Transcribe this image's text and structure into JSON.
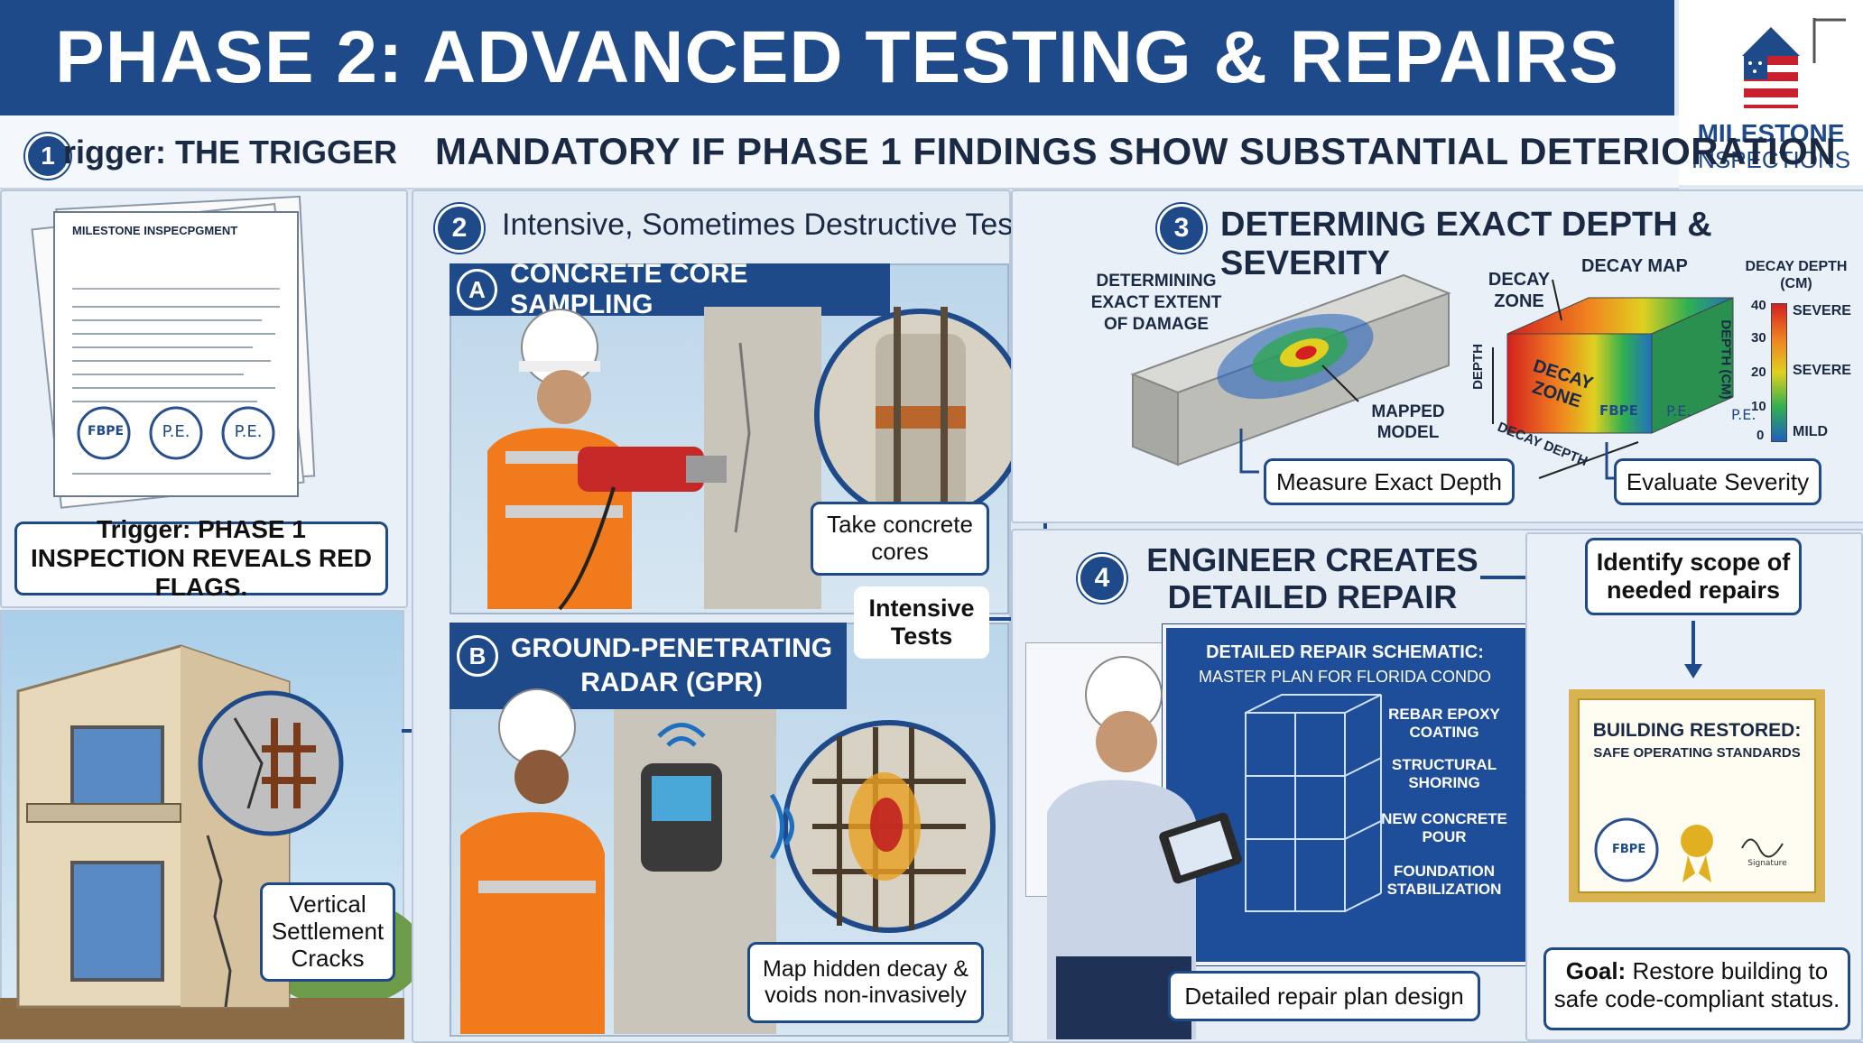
{
  "header": {
    "title": "PHASE 2: ADVANCED TESTING & REPAIRS",
    "logo_line1": "MILESTONE",
    "logo_line2": "INSPECTIONS"
  },
  "trigger": {
    "badge": "1",
    "label": "rigger: THE TRIGGER",
    "headline": "MANDATORY IF PHASE 1 FINDINGS SHOW SUBSTANTIAL DETERIORATION",
    "doc_title": "MILESTONE INSPECPGMENT",
    "doc_seals": [
      "FBPE",
      "P.E.",
      "P.E."
    ],
    "callout": "Trigger: PHASE 1 INSPECTION REVEALS RED FLAGS.",
    "crack_callout": "Vertical Settlement Cracks"
  },
  "section2": {
    "badge": "2",
    "title": "Intensive, Sometimes Destructive Testing",
    "a_badge": "A",
    "a_title": "CONCRETE CORE SAMPLING",
    "a_callout": "Take concrete cores",
    "b_badge": "B",
    "b_title_line1": "GROUND-PENETRATING",
    "b_title_line2": "RADAR (GPR)",
    "b_callout": "Map hidden decay & voids non-invasively",
    "intensive": "Intensive Tests"
  },
  "section3": {
    "badge": "3",
    "title": "DETERMING EXACT DEPTH & SEVERITY",
    "beam_label": "DETERMINING EXACT EXTENT OF DAMAGE",
    "mapped_model": "MAPPED MODEL",
    "measure_callout": "Measure Exact Depth",
    "decay_zone_label": "DECAY ZONE",
    "decay_map_label": "DECAY MAP",
    "decay_zone_inner": "DECAY ZONE",
    "depth_axis": "DEPTH",
    "decay_depth_axis": "DECAY DEPTH",
    "depth_cm_axis": "DEPTH (CM)",
    "legend_title": "DECAY DEPTH (CM)",
    "legend_ticks": [
      "40",
      "30",
      "20",
      "10",
      "0"
    ],
    "legend_labels": [
      "SEVERE",
      "SEVERE",
      "MILD"
    ],
    "block_seals": [
      "FBPE",
      "P.E.",
      "P.E."
    ],
    "severity_callout": "Evaluate Severity",
    "colors": {
      "severe": "#d42020",
      "mid": "#f0d020",
      "mild": "#1f5fc0"
    }
  },
  "section4": {
    "badge": "4",
    "title": "ENGINEER CREATES DETAILED REPAIR PLAN",
    "schematic_title": "DETAILED REPAIR SCHEMATIC:",
    "schematic_subtitle": "MASTER PLAN FOR FLORIDA CONDO",
    "schematic_items": [
      "REBAR EPOXY COATING",
      "STRUCTURAL SHORING",
      "NEW CONCRETE POUR",
      "FOUNDATION STABILIZATION"
    ],
    "plan_callout": "Detailed repair plan design",
    "scope_callout": "Identify scope of needed repairs",
    "cert_title": "BUILDING RESTORED:",
    "cert_subtitle": "SAFE OPERATING STANDARDS",
    "cert_seal": "FBPE",
    "cert_sign": "Signature",
    "goal_bold": "Goal:",
    "goal_text": "Restore building to safe code-compliant status."
  }
}
